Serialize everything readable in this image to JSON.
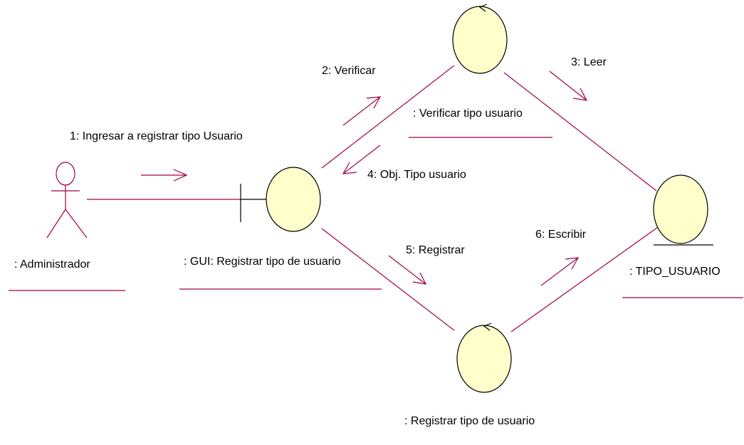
{
  "colors": {
    "line": "#a0004a",
    "object_fill": "#ffffcc",
    "object_stroke": "#000000",
    "text": "#000000"
  },
  "actors": [
    {
      "name": ": Administrador"
    }
  ],
  "objects": [
    {
      "name": ": GUI: Registrar tipo de usuario",
      "stereotype": "boundary"
    },
    {
      "name": ": Verificar tipo usuario",
      "stereotype": "control"
    },
    {
      "name": ": Registrar tipo de usuario",
      "stereotype": "control"
    },
    {
      "name": ": TIPO_USUARIO",
      "stereotype": "entity"
    }
  ],
  "messages": [
    {
      "label": "1: Ingresar a registrar tipo Usuario"
    },
    {
      "label": "2: Verificar"
    },
    {
      "label": "3: Leer"
    },
    {
      "label": "4: Obj. Tipo usuario"
    },
    {
      "label": "5: Registrar"
    },
    {
      "label": "6: Escribir"
    }
  ]
}
